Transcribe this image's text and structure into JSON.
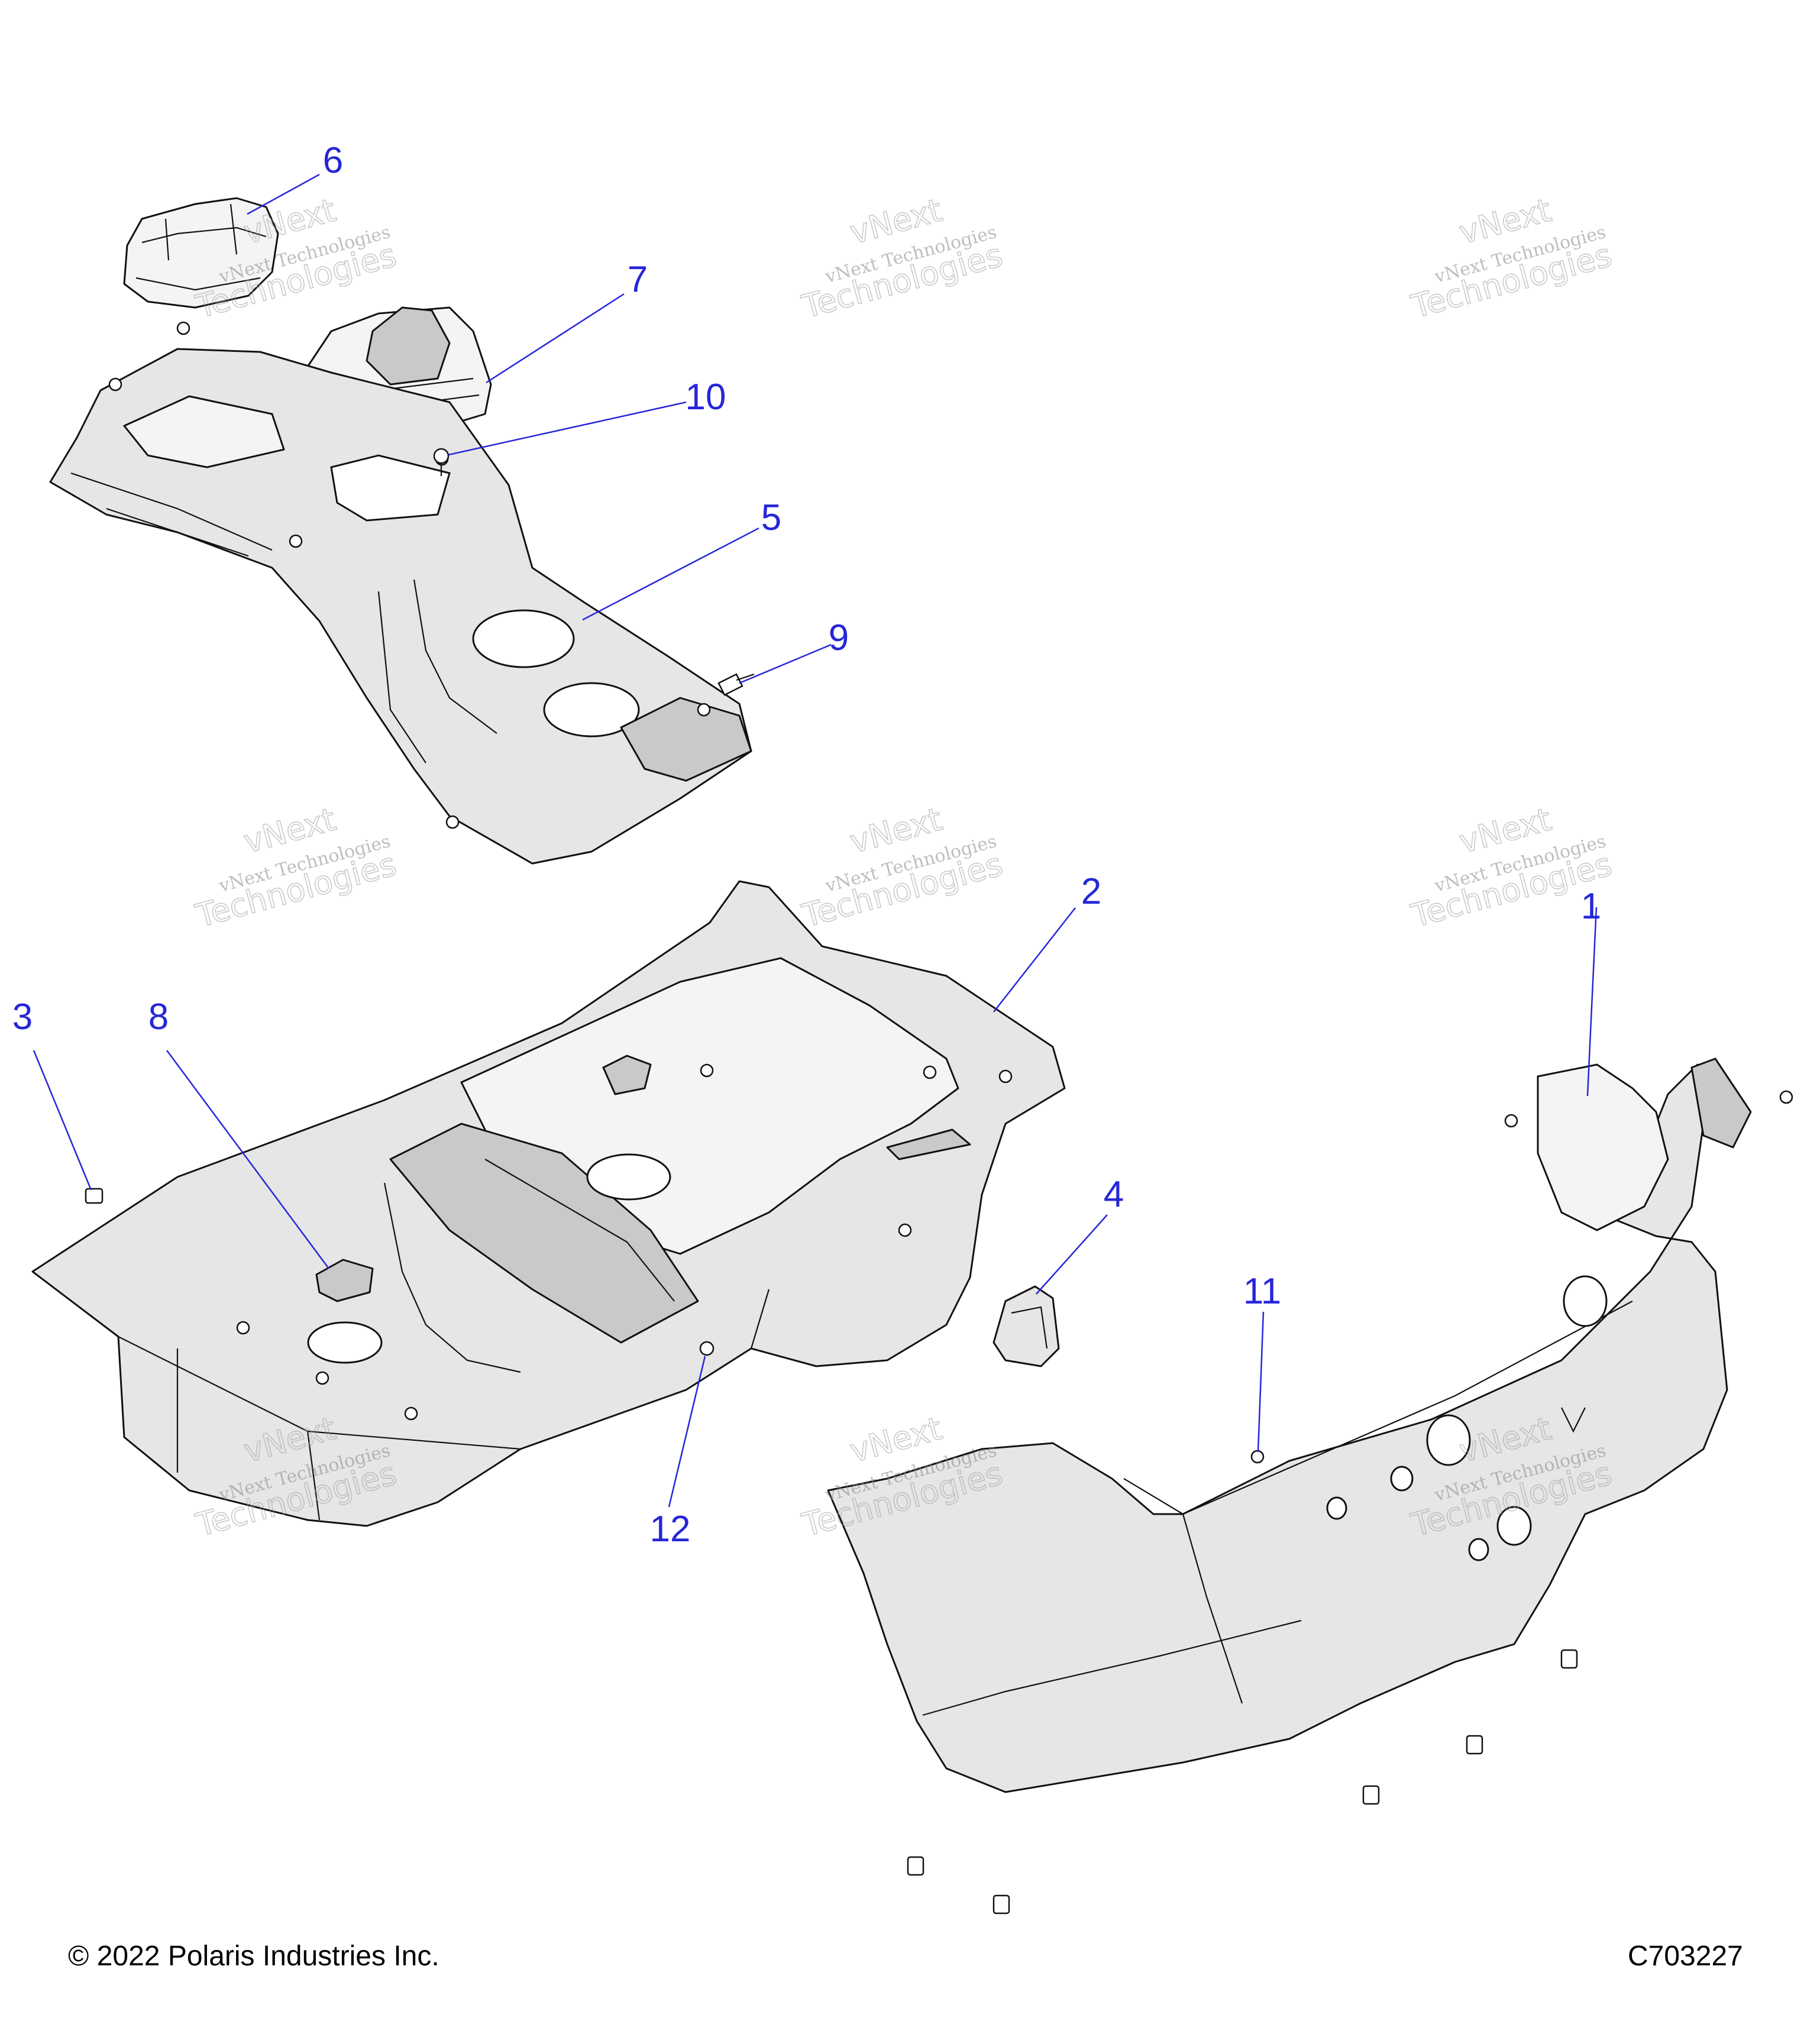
{
  "footer": {
    "copyright": "© 2022 Polaris Industries Inc.",
    "diagram_id": "C703227"
  },
  "watermark": {
    "line1": "vNext",
    "line2": "vNext Technologies",
    "line3": "Technologies"
  },
  "callouts": [
    {
      "number": "1"
    },
    {
      "number": "2"
    },
    {
      "number": "3"
    },
    {
      "number": "4"
    },
    {
      "number": "5"
    },
    {
      "number": "6"
    },
    {
      "number": "7"
    },
    {
      "number": "8"
    },
    {
      "number": "9"
    },
    {
      "number": "10"
    },
    {
      "number": "11"
    },
    {
      "number": "12"
    }
  ],
  "colors": {
    "callout": "#2626d9",
    "linework": "#111111",
    "part_fill": "#e6e6e6"
  }
}
